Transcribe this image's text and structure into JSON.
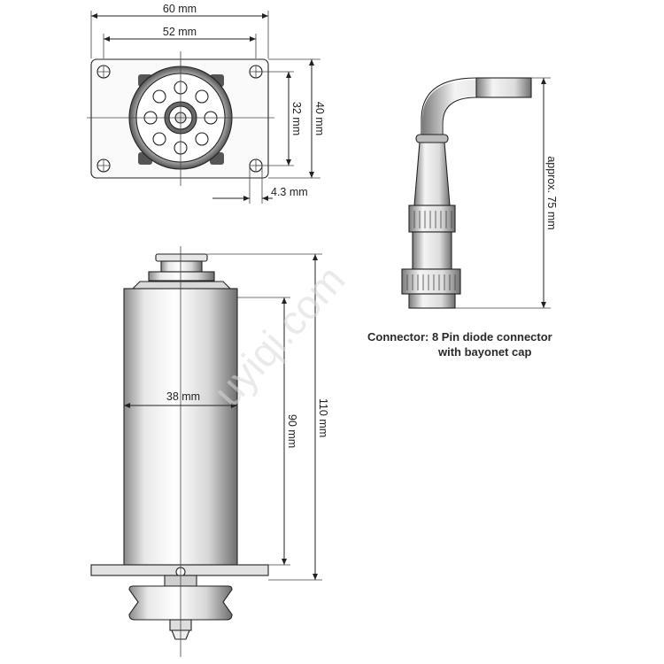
{
  "top_view": {
    "dim_width_outer": "60 mm",
    "dim_width_inner": "52 mm",
    "dim_height_outer": "40 mm",
    "dim_height_inner": "32 mm",
    "dim_hole": "4.3 mm"
  },
  "side_view": {
    "dim_diameter": "38 mm",
    "dim_body_length": "90 mm",
    "dim_total_length": "110 mm"
  },
  "connector": {
    "dim_length": "approx. 75 mm",
    "caption_line1": "Connector: 8 Pin diode connector",
    "caption_line2": "with bayonet cap"
  },
  "watermark": "uyiqi.com",
  "colors": {
    "line": "#222222",
    "body_dark": "#5a5a5a",
    "body_light": "#f2f2f2",
    "watermark": "#d9d9d9"
  }
}
